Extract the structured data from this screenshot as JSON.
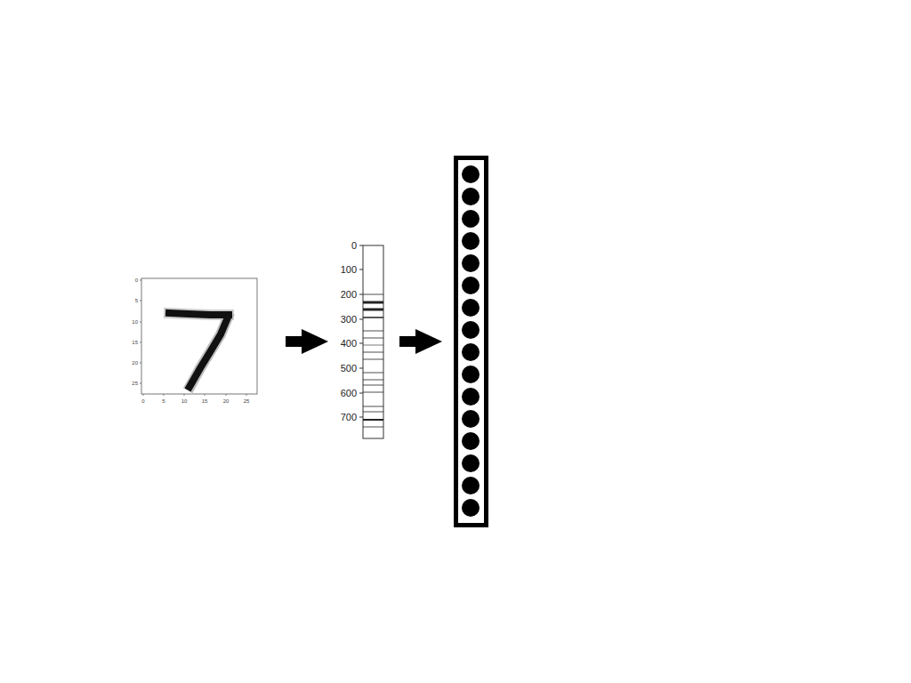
{
  "diagram": {
    "labels": [
      "0",
      "5",
      "10",
      "15",
      "20",
      "25",
      "0",
      "5",
      "10",
      "15",
      "20",
      "25",
      "0",
      "100",
      "200",
      "300",
      "400",
      "500",
      "600",
      "700"
    ]
  }
}
